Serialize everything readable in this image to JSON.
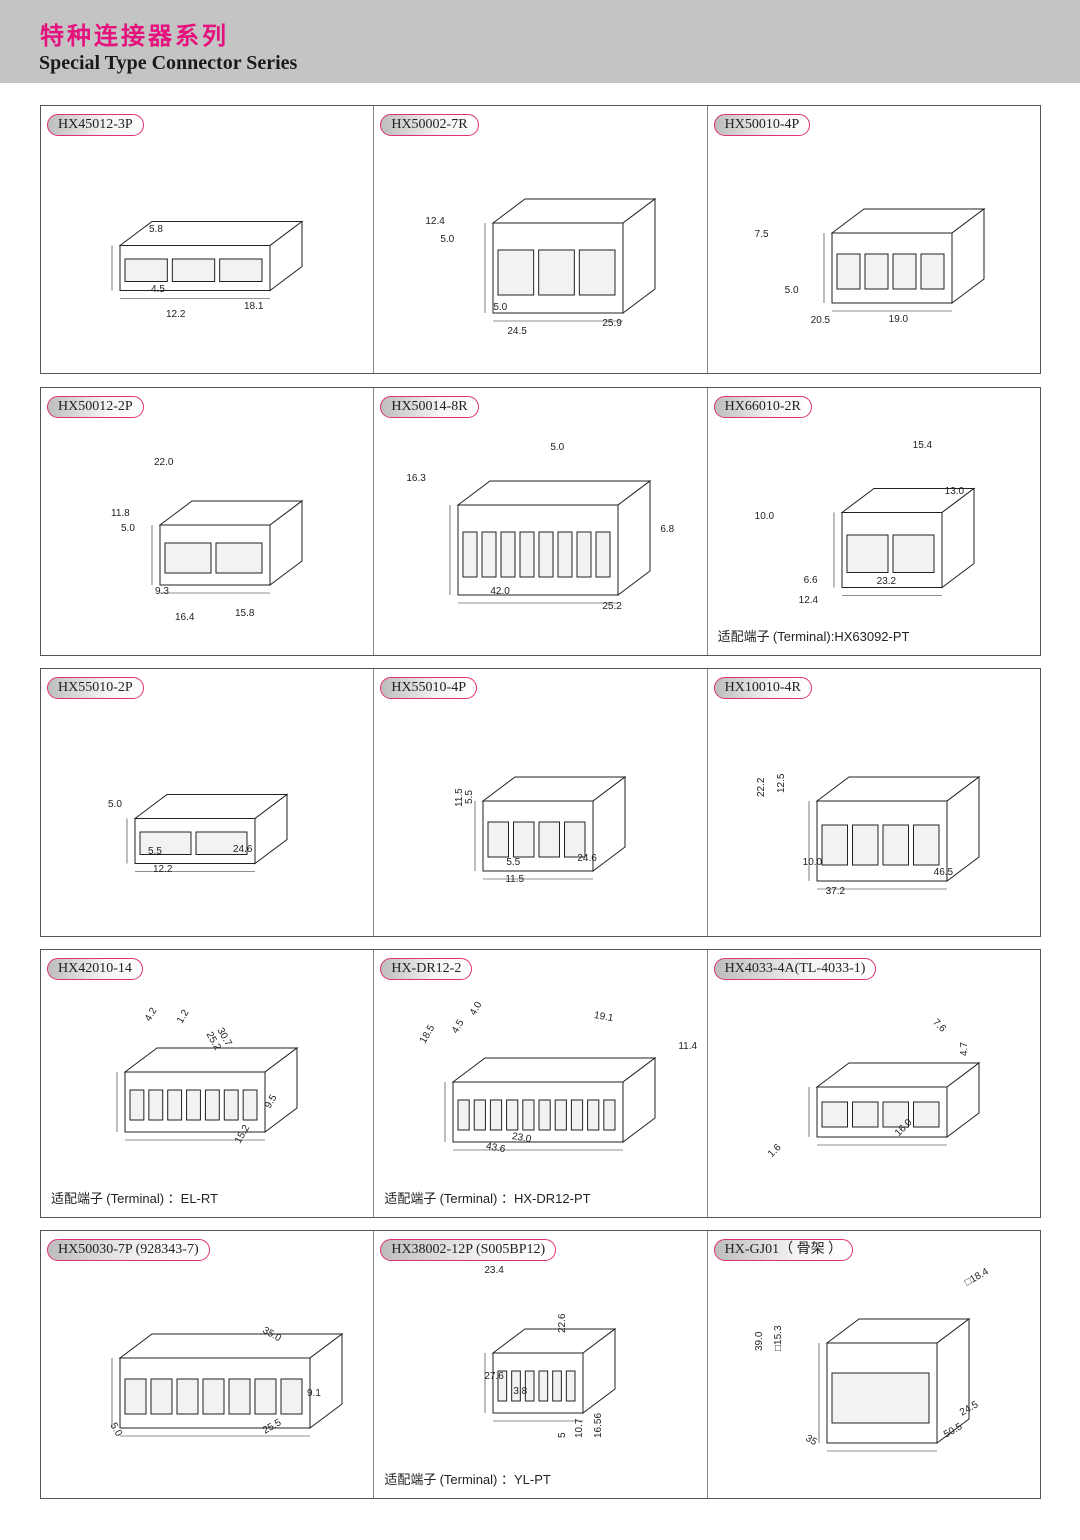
{
  "header": {
    "title_cn": "特种连接器系列",
    "title_en": "Special Type Connector Series"
  },
  "accent_color": "#e5127d",
  "cells": [
    {
      "label": "HX45012-3P",
      "dims": [
        "5.8",
        "4.5",
        "12.2",
        "18.1"
      ]
    },
    {
      "label": "HX50002-7R",
      "dims": [
        "12.4",
        "5.0",
        "5.0",
        "24.5",
        "25.9"
      ]
    },
    {
      "label": "HX50010-4P",
      "dims": [
        "7.5",
        "5.0",
        "20.5",
        "19.0"
      ]
    },
    {
      "label": "HX50012-2P",
      "dims": [
        "22.0",
        "11.8",
        "5.0",
        "9.3",
        "16.4",
        "15.8"
      ]
    },
    {
      "label": "HX50014-8R",
      "dims": [
        "5.0",
        "16.3",
        "6.8",
        "42.0",
        "25.2"
      ]
    },
    {
      "label": "HX66010-2R",
      "dims": [
        "15.4",
        "13.0",
        "10.0",
        "6.6",
        "23.2",
        "12.4"
      ],
      "terminal_cn": "适配端子",
      "terminal_en": "(Terminal):HX63092-PT"
    },
    {
      "label": "HX55010-2P",
      "dims": [
        "5.0",
        "5.5",
        "12.2",
        "24.6"
      ]
    },
    {
      "label": "HX55010-4P",
      "dims": [
        "11.5",
        "5.5",
        "5.5",
        "24.6",
        "11.5"
      ]
    },
    {
      "label": "HX10010-4R",
      "dims": [
        "22.2",
        "12.5",
        "10.0",
        "37.2",
        "46.5"
      ]
    },
    {
      "label": "HX42010-14",
      "dims": [
        "4.2",
        "1.2",
        "30.7",
        "25.2",
        "9.5",
        "15.2"
      ],
      "terminal_cn": "适配端子",
      "terminal_en": "(Terminal) ：EL-RT"
    },
    {
      "label": "HX-DR12-2",
      "dims": [
        "18.5",
        "4.5",
        "4.0",
        "19.1",
        "11.4",
        "23.0",
        "43.6"
      ],
      "terminal_cn": "适配端子",
      "terminal_en": "(Terminal) ：HX-DR12-PT"
    },
    {
      "label": "HX4033-4A(TL-4033-1)",
      "dims": [
        "7.6",
        "4.7",
        "16.0",
        "1.6"
      ]
    },
    {
      "label": "HX50030-7P (928343-7)",
      "dims": [
        "35.0",
        "9.1",
        "5.0",
        "25.5"
      ]
    },
    {
      "label": "HX38002-12P (S005BP12)",
      "dims": [
        "23.4",
        "22.6",
        "27.6",
        "3.8",
        "5",
        "10.7",
        "16.56"
      ],
      "terminal_cn": "适配端子",
      "terminal_en": "(Terminal) ：YL-PT"
    },
    {
      "label": "HX-GJ01（ 骨架 ）",
      "dims": [
        "□18.4",
        "39.0",
        "□15.3",
        "24.5",
        "50.5",
        "35"
      ]
    }
  ]
}
